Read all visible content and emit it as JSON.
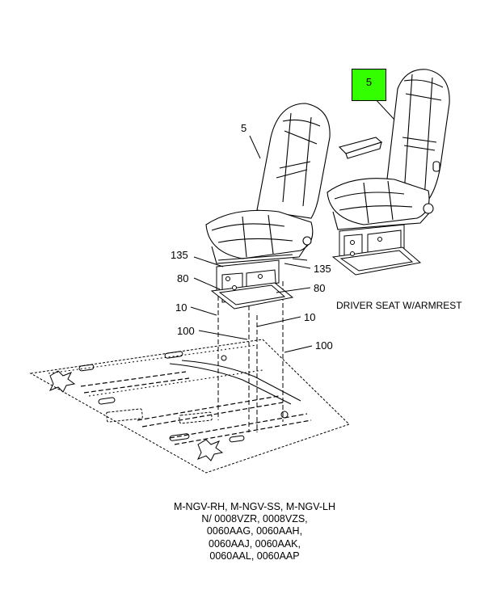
{
  "callouts": {
    "seat_left": "5",
    "seat_right_highlighted": "5",
    "bracket_left": "135",
    "bracket_right": "135",
    "base_left": "80",
    "base_right": "80",
    "bolt_left": "10",
    "bolt_right": "10",
    "nut_left": "100",
    "nut_right": "100"
  },
  "highlight_color": "#33ff00",
  "caption": "DRIVER SEAT W/ARMREST",
  "applicability": [
    "M-NGV-RH, M-NGV-SS, M-NGV-LH",
    "N/ 0008VZR, 0008VZS,",
    "0060AAG, 0060AAH,",
    "0060AAJ, 0060AAK,",
    "0060AAL, 0060AAP"
  ]
}
